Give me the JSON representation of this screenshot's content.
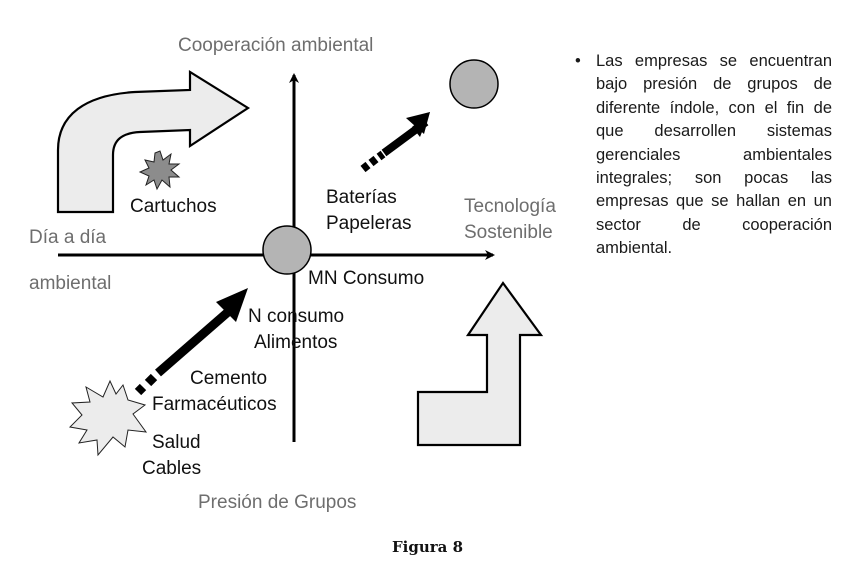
{
  "diagram": {
    "axes": {
      "top": "Cooperación ambiental",
      "bottom": "Presión de Grupos",
      "left_line1": "Día a día",
      "left_line2": "ambiental",
      "right_line1": "Tecnología",
      "right_line2": "Sostenible"
    },
    "sectors": {
      "cartuchos": "Cartuchos",
      "baterias": "Baterías",
      "papeleras": "Papeleras",
      "mn_consumo": "MN Consumo",
      "n_consumo": "N consumo",
      "alimentos": "Alimentos",
      "cemento": "Cemento",
      "farmaceuticos": "Farmacéuticos",
      "salud": "Salud",
      "cables": "Cables"
    },
    "colors": {
      "axis": "#000000",
      "circle_fill": "#b4b4b4",
      "big_arrow_fill": "#ececec",
      "starburst_dark": "#8c8c8c",
      "starburst_light": "#ececec",
      "label_gray": "#6e6e6e"
    }
  },
  "side_text": {
    "bullet": "•",
    "paragraph": "Las empresas se encuentran bajo presión de grupos de diferente índole, con el fin de que desarrollen sistemas gerenciales ambientales integrales; son pocas las empresas que se hallan en un sector de cooperación ambiental."
  },
  "caption": "Figura 8"
}
